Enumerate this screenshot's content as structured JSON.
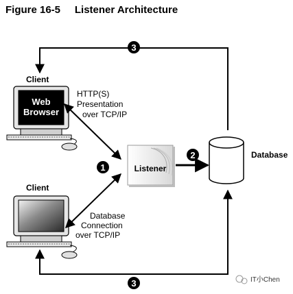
{
  "title": "Figure 16-5     Listener Architecture",
  "nodes": {
    "client_top": "Client",
    "client_bottom": "Client",
    "web_browser_line1": "Web",
    "web_browser_line2": "Browser",
    "listener": "Listener",
    "database": "Database"
  },
  "edges": {
    "http_line1": "HTTP(S)",
    "http_line2": "Presentation",
    "http_line3": "over TCP/IP",
    "db_line1": "Database",
    "db_line2": "Connection",
    "db_line3": "over TCP/IP"
  },
  "steps": {
    "one": "1",
    "two": "2",
    "three": "3"
  },
  "watermark": "IT小Chen"
}
